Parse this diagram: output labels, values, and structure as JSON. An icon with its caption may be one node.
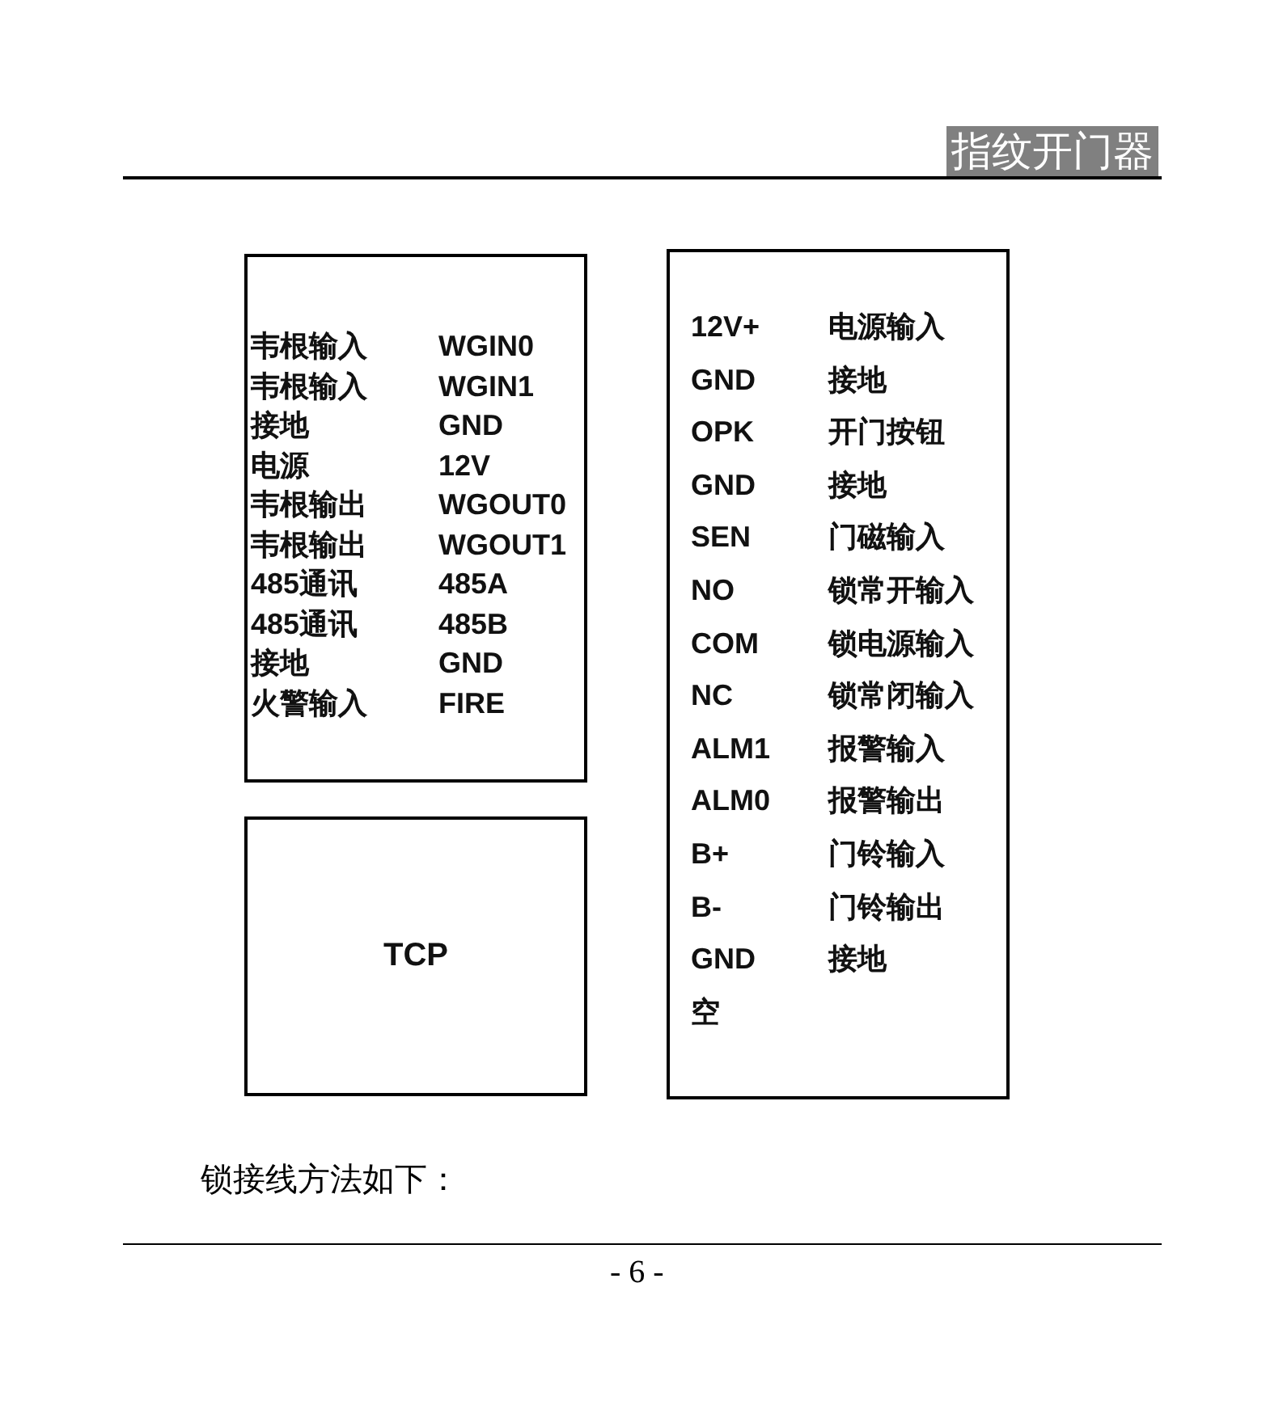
{
  "diagram": {
    "title": "指纹开门器",
    "nodes": [
      {
        "text": [
          "韦根输入",
          "WGIN0",
          "韦根输入",
          "WGIN1",
          "接地",
          "GND",
          "电源",
          "12V",
          "韦根输出",
          "WGOUT0",
          "韦根输出",
          "WGOUT1",
          "485通讯",
          "485A",
          "485通讯",
          "485B",
          "接地",
          "GND",
          "火警输入",
          "FIRE"
        ]
      },
      {
        "text": [
          "TCP"
        ]
      },
      {
        "text": [
          "12V+",
          "电源输入",
          "GND",
          "接地",
          "OPK",
          "开门按钮",
          "GND",
          "接地",
          "SEN",
          "门磁输入",
          "NO",
          "锁常开输入",
          "COM",
          "锁电源输入",
          "NC",
          "锁常闭输入",
          "ALM1",
          "报警输入",
          "ALM0",
          "报警输出",
          "B+",
          "门铃输入",
          "B-",
          "门铃输出",
          "GND",
          "接地",
          "空"
        ]
      }
    ],
    "labels": [
      "锁接线方法如下：",
      "- 6 -"
    ]
  }
}
